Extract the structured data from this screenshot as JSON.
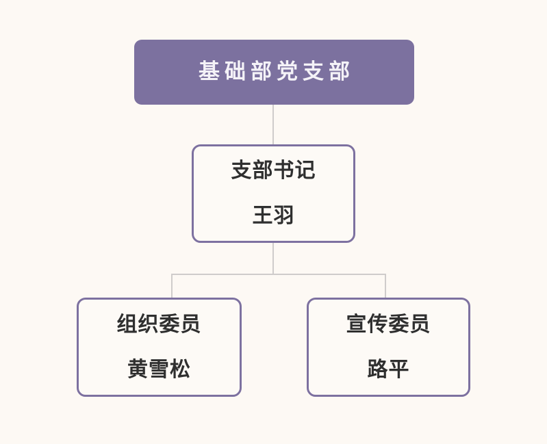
{
  "chart": {
    "type": "org-chart",
    "background_color": "#fdf9f4",
    "root": {
      "title": "基础部党支部",
      "fill_color": "#7c719f",
      "text_color": "#f4f2f7"
    },
    "levels": [
      {
        "level": 2,
        "nodes": [
          {
            "title": "支部书记",
            "person": "王羽",
            "border_color": "#7d71a0",
            "fill_color": "#fdfaf6",
            "text_color": "#2f2f2f"
          }
        ]
      },
      {
        "level": 3,
        "nodes": [
          {
            "title": "组织委员",
            "person": "黄雪松",
            "border_color": "#7d71a0",
            "fill_color": "#fdfaf6",
            "text_color": "#2f2f2f"
          },
          {
            "title": "宣传委员",
            "person": "路平",
            "border_color": "#7d71a0",
            "fill_color": "#fdfaf6",
            "text_color": "#2f2f2f"
          }
        ]
      }
    ],
    "connector_color": "#cfcccb"
  }
}
